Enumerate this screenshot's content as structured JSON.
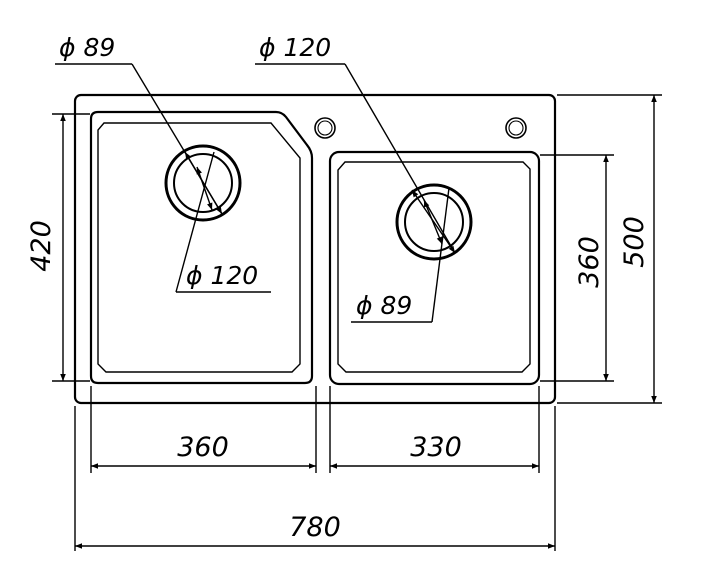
{
  "diagram": {
    "dimensions": {
      "left_bowl_width": "360",
      "right_bowl_width": "330",
      "total_width": "780",
      "left_bowl_depth": "420",
      "right_bowl_depth": "360",
      "total_depth": "500"
    },
    "drain_labels": {
      "left_outer": "ϕ 89",
      "right_outer": "ϕ 120",
      "left_inner": "ϕ 120",
      "right_inner": "ϕ 89"
    }
  }
}
